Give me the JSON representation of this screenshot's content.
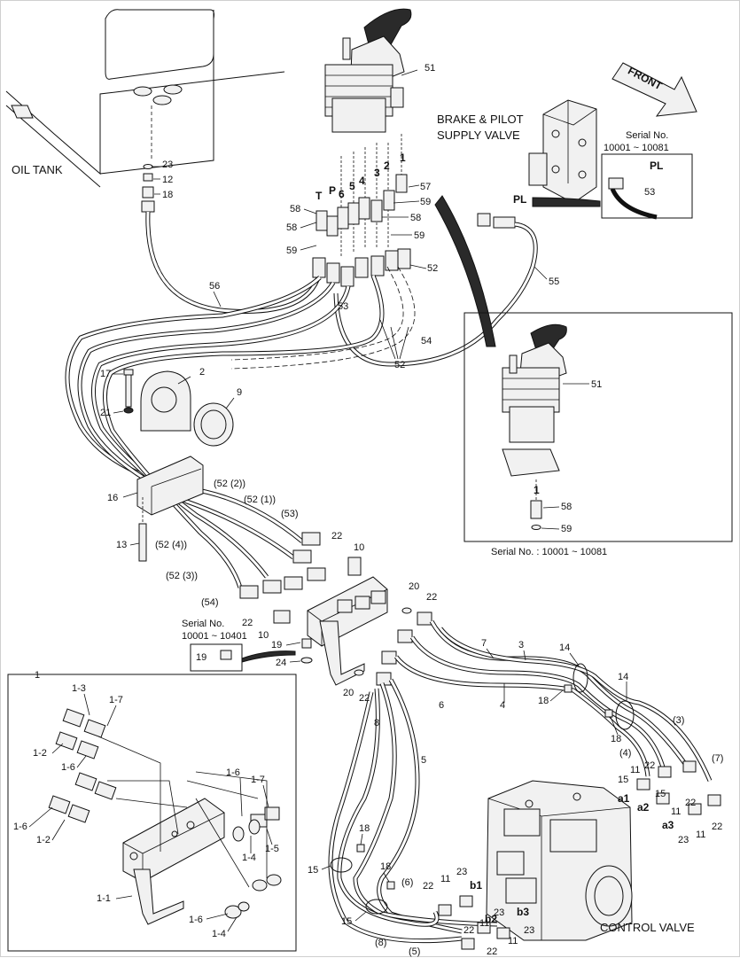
{
  "captions": {
    "oil_tank": "OIL TANK",
    "brake_pilot_line1": "BRAKE & PILOT",
    "brake_pilot_line2": "SUPPLY VALVE",
    "front": "FRONT",
    "control_valve": "CONTROL VALVE",
    "serial_top_1": "Serial No.",
    "serial_top_2": "10001 ~ 10081",
    "serial_inset": "Serial No. : 10001 ~ 10081",
    "serial_left_1": "Serial No.",
    "serial_left_2": "10001 ~ 10401"
  },
  "port_letters": {
    "T": "T",
    "P": "P",
    "p6": "6",
    "p5": "5",
    "p4": "4",
    "p3": "3",
    "p2": "2",
    "p1": "1",
    "PL_a": "PL",
    "PL_b": "PL",
    "inset_1": "1",
    "a1": "a1",
    "a2": "a2",
    "a3": "a3",
    "b1": "b1",
    "b2": "b2",
    "b3": "b3"
  },
  "callouts": {
    "n51a": "51",
    "n23a": "23",
    "n12": "12",
    "n18a": "18",
    "n57": "57",
    "n59a": "59",
    "n58a": "58",
    "n59b": "59",
    "n58b": "58",
    "n58c": "58",
    "n59c": "59",
    "n52a": "52",
    "n53a": "53",
    "n55": "55",
    "n56": "56",
    "n53b": "53",
    "n54": "54",
    "n52b": "52",
    "n17": "17",
    "n2": "2",
    "n9": "9",
    "n21": "21",
    "n16": "16",
    "n13": "13",
    "n51b": "51",
    "n58d": "58",
    "n59d": "59",
    "p52_2": "(52 (2))",
    "p52_1": "(52 (1))",
    "p53": "(53)",
    "p52_4": "(52 (4))",
    "p52_3": "(52 (3))",
    "p54": "(54)",
    "n22a": "22",
    "n10a": "10",
    "n20a": "20",
    "n22b": "22",
    "n22c": "22",
    "n10b": "10",
    "n19a": "19",
    "n24": "24",
    "n19b": "19",
    "n7": "7",
    "n3": "3",
    "n14a": "14",
    "n14b": "14",
    "n18b": "18",
    "n18c": "18",
    "n4": "4",
    "n20b": "20",
    "n22d": "22",
    "n8": "8",
    "n6": "6",
    "n5": "5",
    "q3": "(3)",
    "q4": "(4)",
    "q7": "(7)",
    "n15a": "15",
    "n11a": "11",
    "n22e": "22",
    "n15b": "15",
    "n11b": "11",
    "n22f": "22",
    "n23b": "23",
    "n11c": "11",
    "n22g": "22",
    "n18d": "18",
    "n15c": "15",
    "n18e": "18",
    "n15d": "15",
    "q6": "(6)",
    "q8": "(8)",
    "q5": "(5)",
    "n22h": "22",
    "n11d": "11",
    "n23c": "23",
    "n23d": "23",
    "n11e": "11",
    "n22i": "22",
    "n11f": "11",
    "n23e": "23",
    "n22j": "22",
    "k1": "1",
    "k1_3": "1-3",
    "k1_7a": "1-7",
    "k1_2a": "1-2",
    "k1_6a": "1-6",
    "k1_6b": "1-6",
    "k1_2b": "1-2",
    "k1_6c": "1-6",
    "k1_7b": "1-7",
    "k1_4a": "1-4",
    "k1_5": "1-5",
    "k1_1": "1-1",
    "k1_6d": "1-6",
    "k1_4b": "1-4"
  }
}
